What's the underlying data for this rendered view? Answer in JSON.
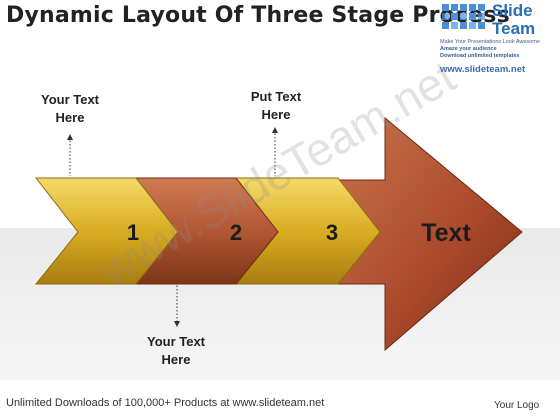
{
  "slide": {
    "title": "Dynamic Layout Of Three Stage Process"
  },
  "brand": {
    "name_line1": "Slide",
    "name_line2": "Team",
    "tagline1": "Make Your Presentations Look Awesome",
    "tagline2": "Amaze your audience",
    "tagline3": "Download unlimited templates",
    "url": "www.slideteam.net",
    "watermark": "www.SlideTeam.net",
    "grid_color": "#4a90d9"
  },
  "labels": {
    "top_left": [
      "Your Text",
      "Here"
    ],
    "top_mid": [
      "Put Text",
      "Here"
    ],
    "bottom": [
      "Your Text",
      "Here"
    ]
  },
  "stages": [
    {
      "number": "1",
      "color": "#e0b62c"
    },
    {
      "number": "2",
      "color": "#b85a36"
    },
    {
      "number": "3",
      "color": "#e0b62c"
    }
  ],
  "final_arrow": {
    "text": "Text",
    "color": "#a9482a"
  },
  "footer": {
    "left": "Unlimited Downloads of 100,000+ Products at www.slideteam.net",
    "right": "Your Logo"
  }
}
